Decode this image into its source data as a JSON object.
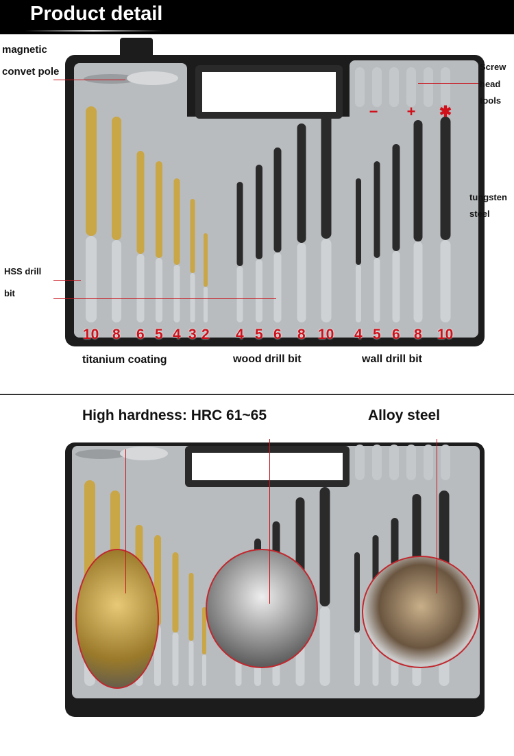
{
  "header": {
    "title": "Product detail"
  },
  "top_section": {
    "labels": {
      "magnetic_pole_1": "magnetic",
      "magnetic_pole_2": "convet pole",
      "screw_1": "Screw",
      "screw_2": "head",
      "screw_3": "tools",
      "tungsten_1": "tungsten",
      "tungsten_2": "steel",
      "hss_1": "HSS drill",
      "hss_2": "bit",
      "titanium": "titanium coating",
      "wood": "wood drill bit",
      "wall": "wall drill bit"
    },
    "bit_groups": [
      {
        "type": "titanium",
        "sizes": [
          "10",
          "8",
          "6",
          "5",
          "4",
          "3",
          "2"
        ],
        "color": "#c9a646"
      },
      {
        "type": "wood",
        "sizes": [
          "4",
          "5",
          "6",
          "8",
          "10"
        ],
        "color": "#2a2a2a"
      },
      {
        "type": "wall",
        "sizes": [
          "4",
          "5",
          "6",
          "8",
          "10"
        ],
        "color": "#2a2a2a"
      }
    ],
    "screw_bit_symbols": [
      "−",
      "+",
      "✱"
    ]
  },
  "bottom_section": {
    "labels": {
      "hardness": "High hardness: HRC 61~65",
      "alloy": "Alloy steel"
    }
  },
  "colors": {
    "accent_red": "#d0101a",
    "case": "#1c1c1c",
    "tray": "#b9bcbf",
    "gold": "#c9a646"
  }
}
